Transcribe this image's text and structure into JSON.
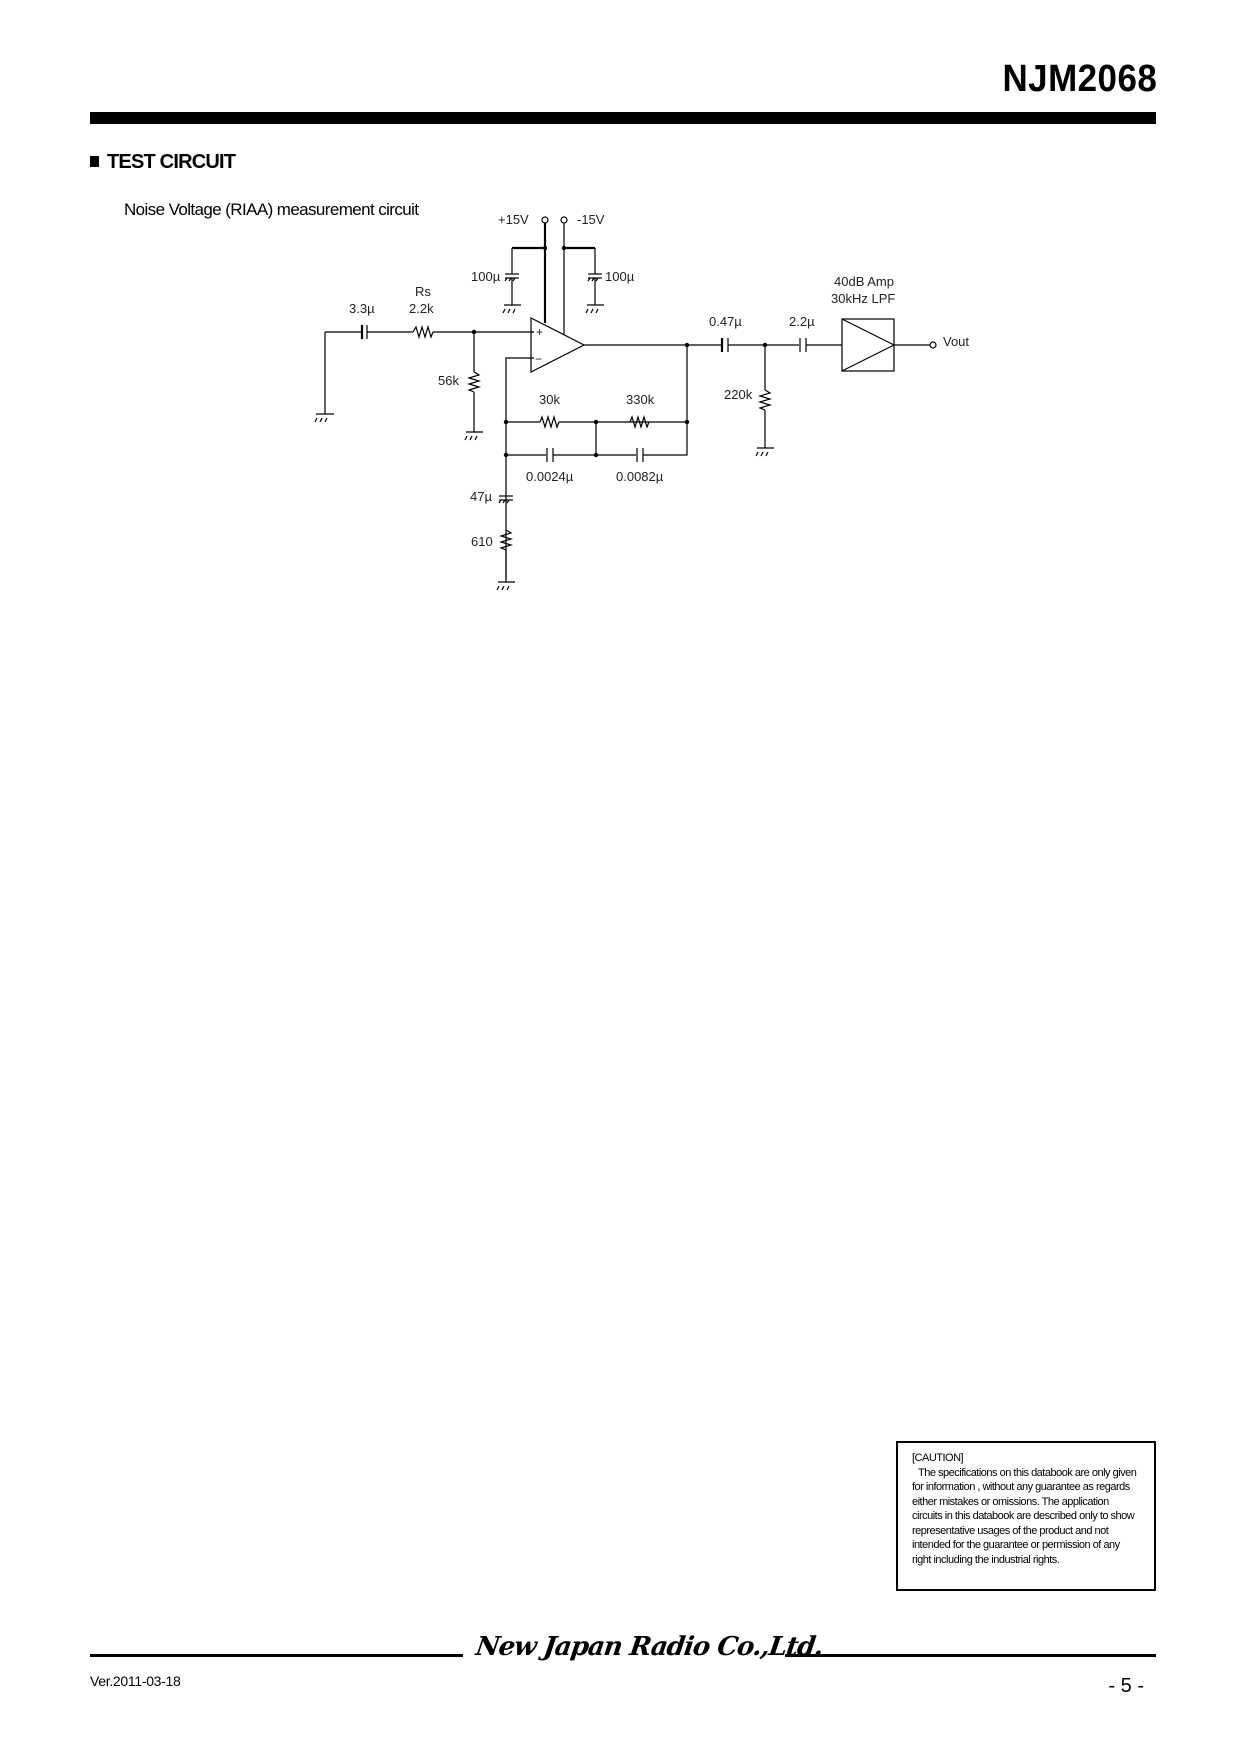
{
  "header": {
    "part_number": "NJM2068"
  },
  "section": {
    "title": "TEST CIRCUIT",
    "subtitle": "Noise Voltage (RIAA) measurement circuit"
  },
  "schematic": {
    "supply": {
      "positive_label": "+15V",
      "negative_label": "-15V"
    },
    "components": {
      "c_input": "3.3µ",
      "rs_name": "Rs",
      "rs_value": "2.2k",
      "r_bias": "56k",
      "c_pos_decoupling": "100µ",
      "c_neg_decoupling": "100µ",
      "r_fb1": "30k",
      "r_fb2": "330k",
      "c_fb1": "0.0024µ",
      "c_fb2": "0.0082µ",
      "c_gnd": "47µ",
      "r_gnd": "610",
      "c_out1": "0.47µ",
      "r_out": "220k",
      "c_out2": "2.2µ"
    },
    "amplifier_block": {
      "line1": "40dB Amp",
      "line2": "30kHz LPF"
    },
    "opamp": {
      "plus": "+",
      "minus": "−"
    },
    "output_label": "Vout"
  },
  "caution": {
    "heading": "[CAUTION]",
    "body": "The specifications on this databook are only given for information , without any guarantee as regards either mistakes or omissions. The application circuits in this databook are described only to show representative usages of the product and not intended for the guarantee or permission of any right including the industrial rights."
  },
  "footer": {
    "company": "New Japan Radio Co.,Ltd.",
    "version": "Ver.2011-03-18",
    "page": "- 5 -"
  }
}
